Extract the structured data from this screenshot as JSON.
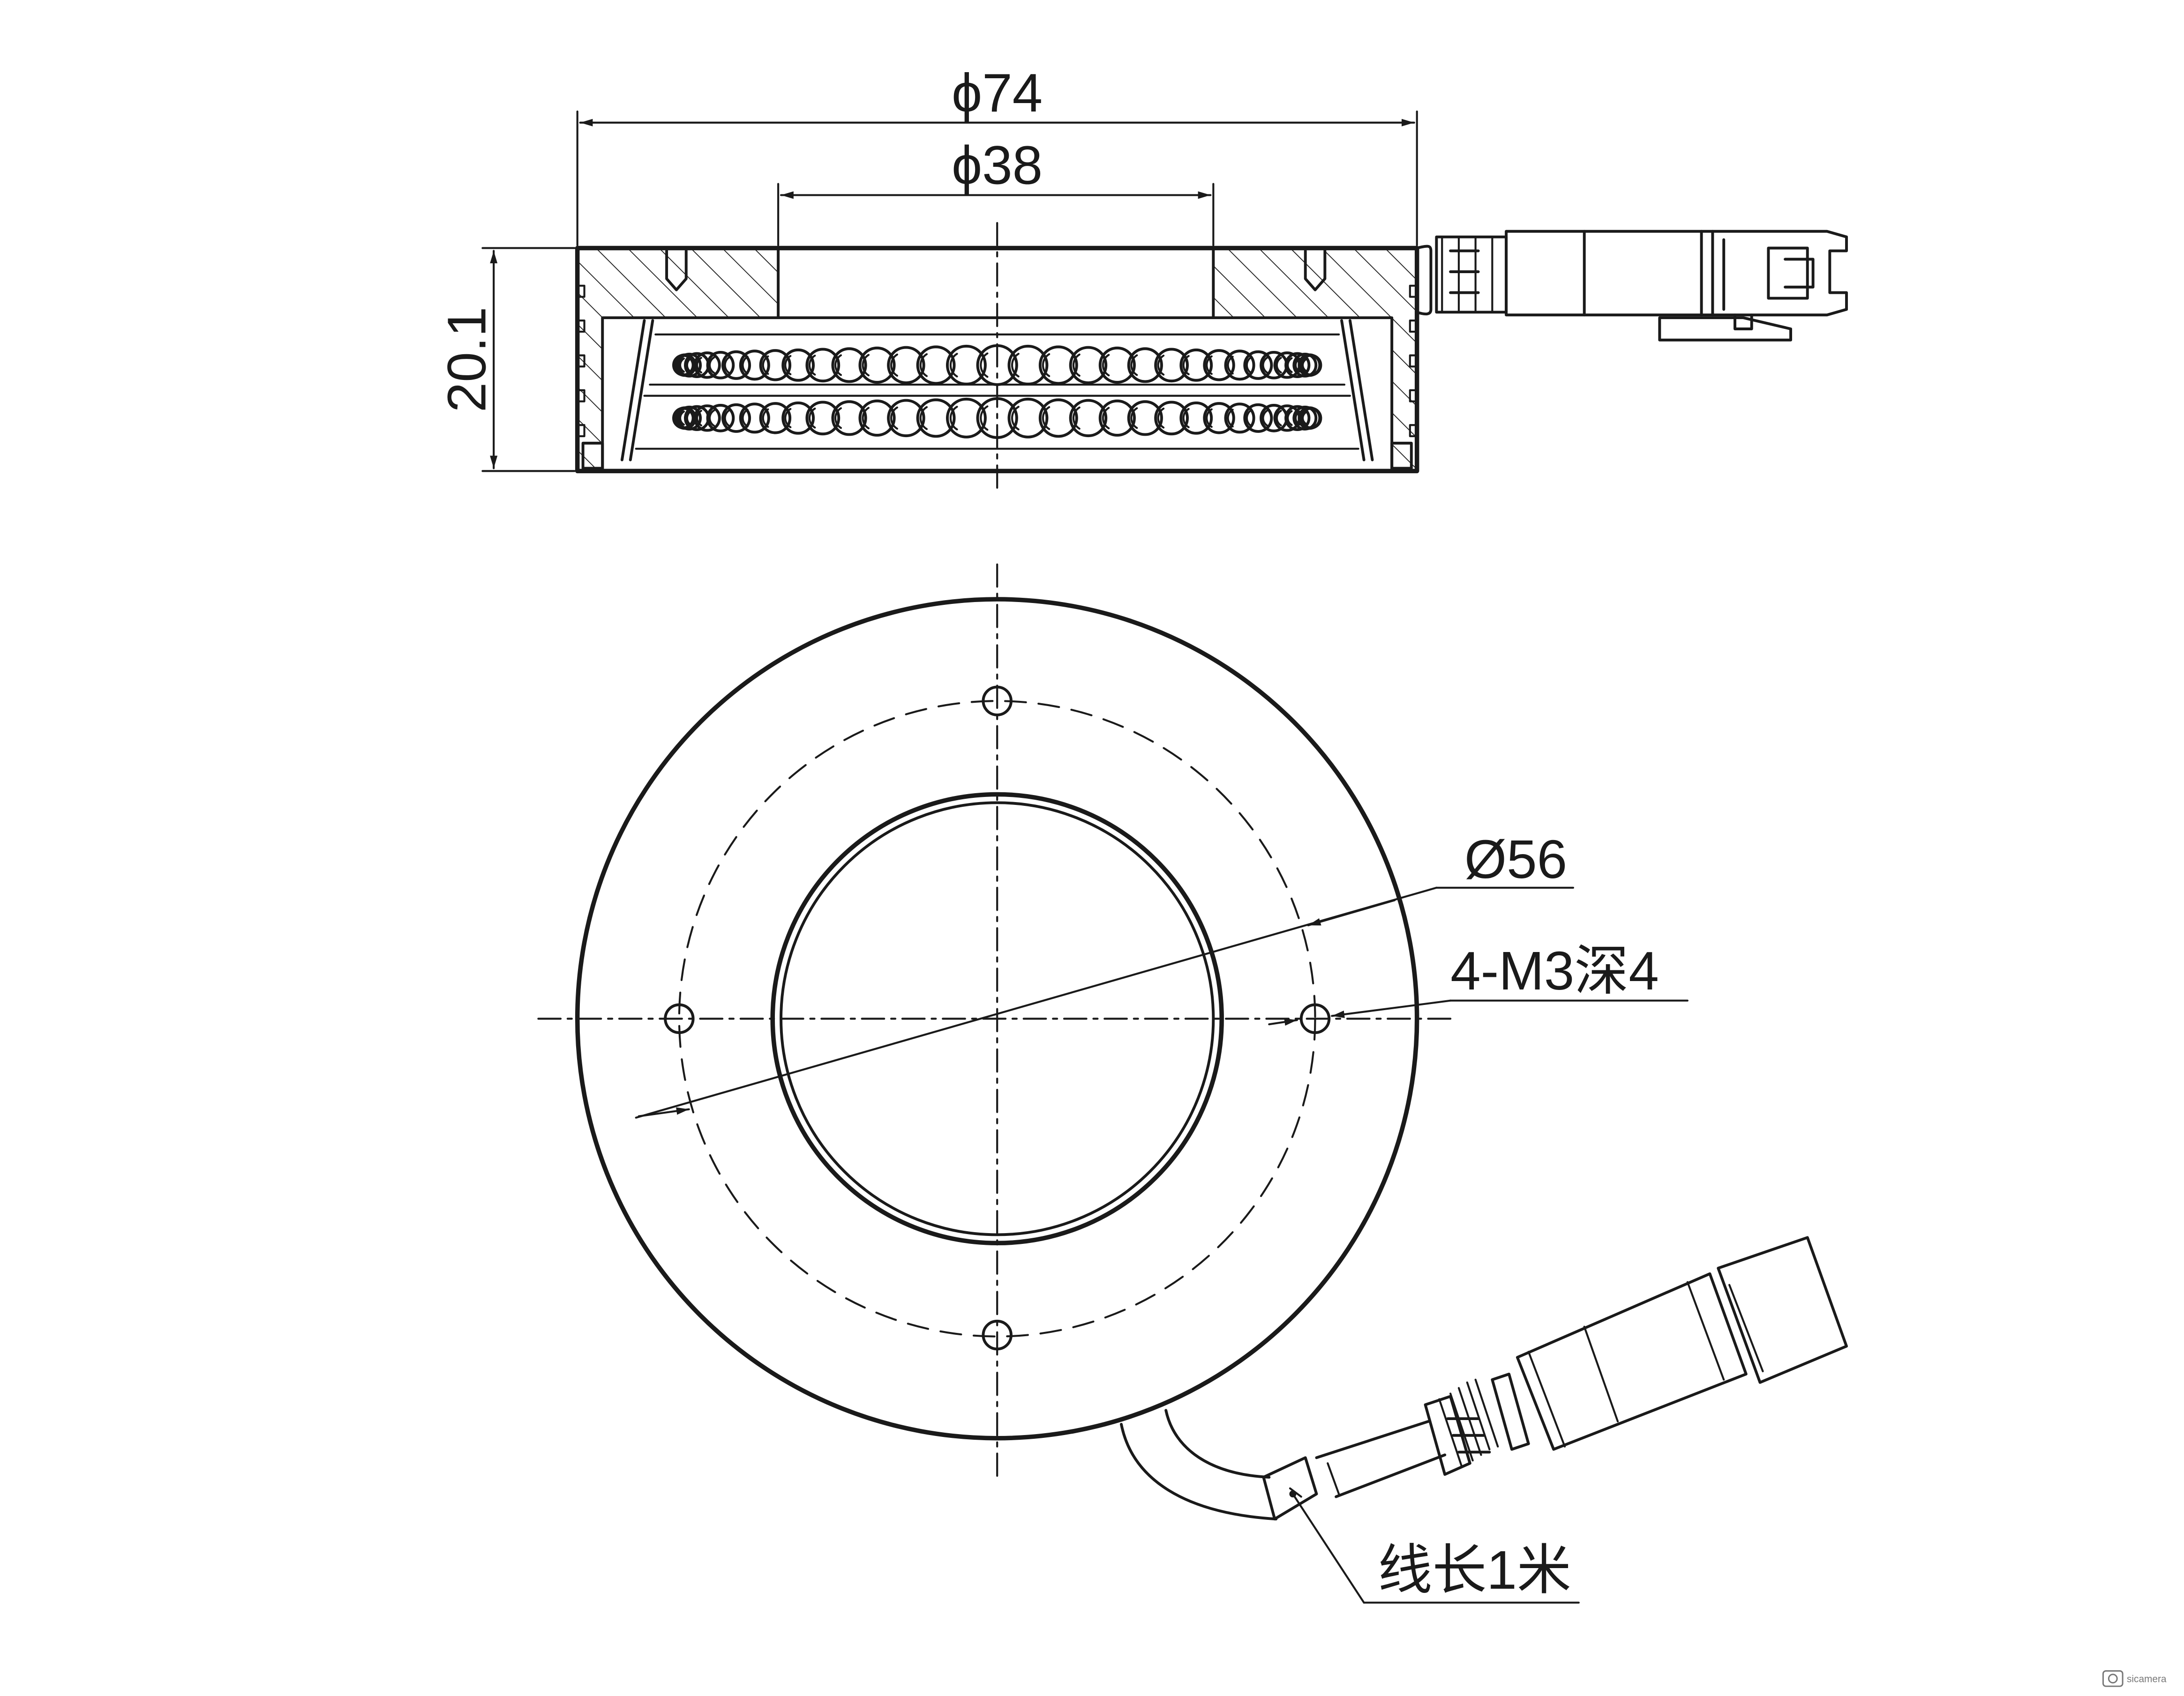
{
  "dimensions": {
    "outer_diameter": "ϕ74",
    "inner_diameter": "ϕ38",
    "height": "20.1",
    "bolt_circle": "Ø56",
    "holes": "4-M3深4",
    "cable_length": "线长1米"
  },
  "watermark": {
    "text": "sicamera"
  },
  "colors": {
    "line": "#1a1a1a",
    "background": "#ffffff",
    "watermark": "#777777"
  }
}
